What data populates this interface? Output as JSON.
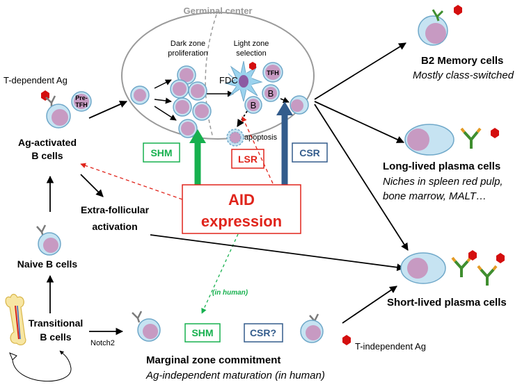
{
  "colors": {
    "cell_fill": "#c6e3f2",
    "cell_stroke": "#6fa8c9",
    "nucleus": "#c79ac2",
    "green": "#16b04e",
    "red": "#e0241b",
    "blue": "#335c8c",
    "antibody_green": "#3f8e2f",
    "antibody_orange": "#e39a24",
    "antigen": "#d40e0e"
  },
  "gc": {
    "title": "Germinal center",
    "dark_zone": [
      "Dark zone",
      "proliferation"
    ],
    "light_zone": [
      "Light zone",
      "selection"
    ],
    "fdc": "FDC",
    "tfh": "TFH",
    "b": "B",
    "apoptosis": "apoptosis"
  },
  "left": {
    "t_dependent": "T-dependent Ag",
    "pre_tfh": [
      "Pre-",
      "TFH"
    ],
    "ag_activated": [
      "Ag-activated",
      "B cells"
    ],
    "extra_follicular": [
      "Extra-follicular",
      "activation"
    ],
    "naive": "Naive B cells",
    "transitional": [
      "Transitional",
      "B cells"
    ],
    "notch2": "Notch2"
  },
  "boxes": {
    "shm": "SHM",
    "lsr": "LSR",
    "csr": "CSR",
    "aid": [
      "AID",
      "expression"
    ],
    "shm2": "SHM",
    "csr2": "CSR?"
  },
  "in_human": "(in human)",
  "marginal": {
    "title": "Marginal zone commitment",
    "subtitle": "Ag-independent maturation (in human)"
  },
  "t_independent": "T-independent  Ag",
  "right": {
    "memory_title": "B2 Memory  cells",
    "memory_sub": "Mostly class-switched",
    "llpc_title": "Long-lived plasma cells",
    "llpc_sub1": "Niches in spleen red pulp,",
    "llpc_sub2": "bone marrow, MALT…",
    "slpc_title": "Short-lived plasma cells"
  }
}
